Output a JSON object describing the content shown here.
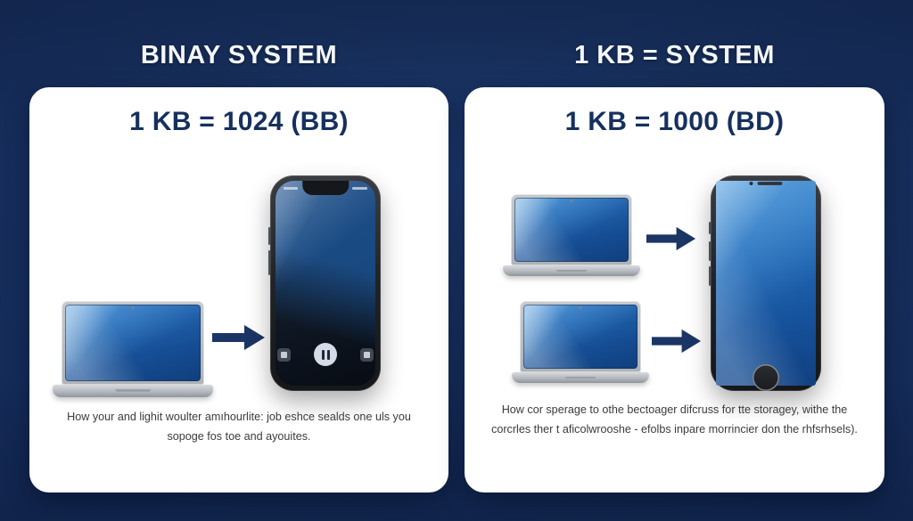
{
  "theme": {
    "background_navy": "#152c5b",
    "card_white": "#ffffff",
    "headline_navy": "#16305e",
    "arrow_navy": "#1b3564",
    "title_white": "#f3f6fc",
    "caption_gray": "#3b3b3b"
  },
  "sections": [
    {
      "title": "BINAY SYSTEM",
      "headline": "1 KB = 1024 (BB)",
      "caption": "How your and lighit woulter amıhourlite: job eshce sealds one uls you sopoge fos toe and ayouites.",
      "icons": {
        "laptop": "laptop-icon",
        "arrow": "arrow-right-icon",
        "phone": "smartphone-icon"
      }
    },
    {
      "title": "1 KB = SYSTEM",
      "headline": "1 KB = 1000 (BD)",
      "caption": "How cor sperage to othe bectoager difcruss for tte storagey, withe the corcrles ther t aficolwrooshe - efolbs inpare morrincier don the rhfsrhsels).",
      "icons": {
        "laptop_top": "laptop-icon",
        "laptop_bottom": "laptop-icon",
        "arrow_top": "arrow-right-icon",
        "arrow_bottom": "arrow-right-icon",
        "phone": "smartphone-icon"
      }
    }
  ]
}
